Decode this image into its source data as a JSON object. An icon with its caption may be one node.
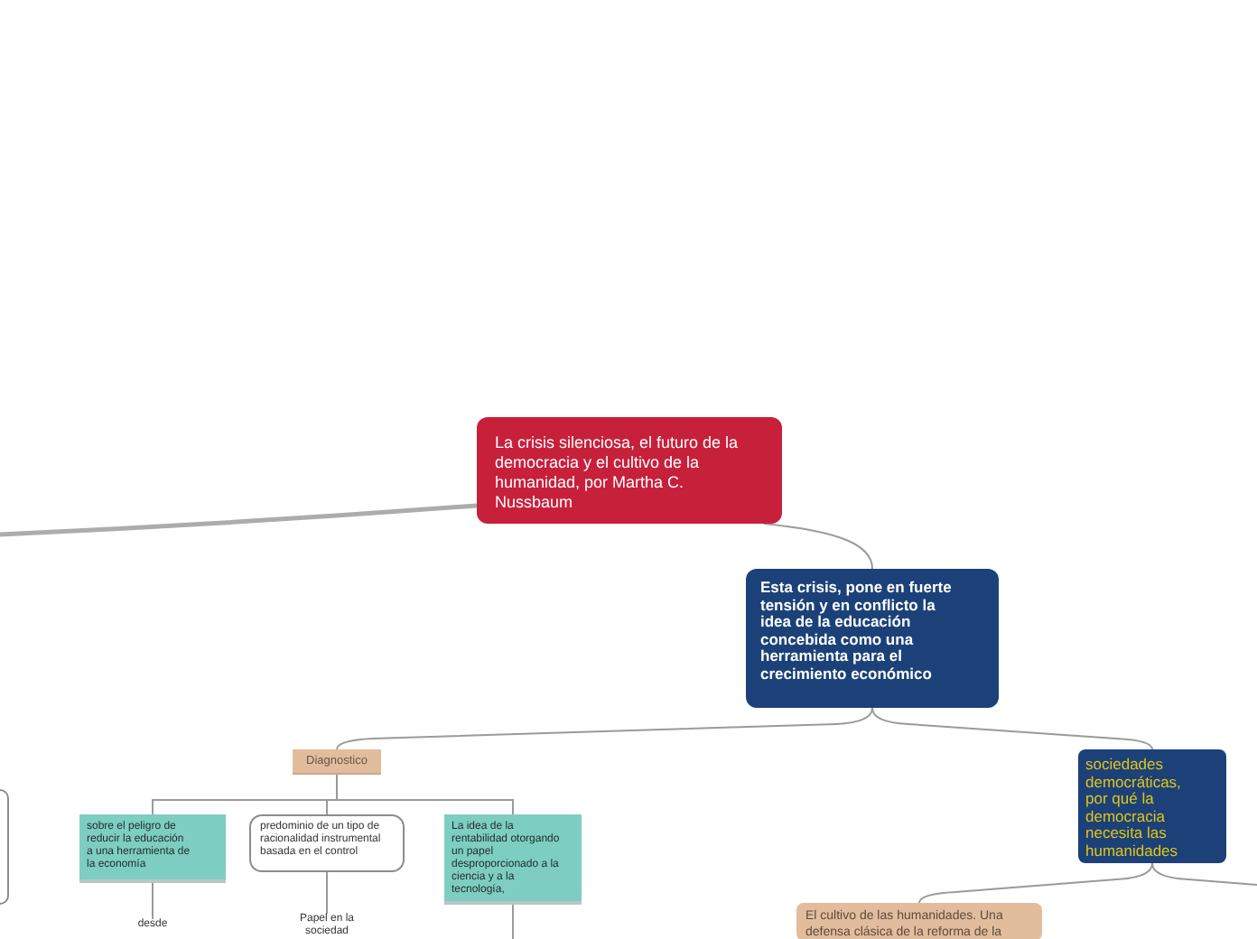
{
  "diagram": {
    "nodes": [
      {
        "text": [
          "La crisis silenciosa, el futuro de la democracia y el cultivo de la humanidad, por Martha C. Nussbaum"
        ]
      },
      {
        "text": [
          "Esta crisis, pone en fuerte tensión y en conflicto la idea de la educación concebida como una herramienta para el crecimiento económico"
        ]
      },
      {
        "text": [
          "Diagnostico"
        ]
      },
      {
        "text": [
          "sobre el peligro de reducir la educación a una herramienta de la economía"
        ]
      },
      {
        "text": [
          "predominio de un tipo de racionalidad instrumental basada en el control"
        ]
      },
      {
        "text": [
          "La idea de la rentabilidad otorgando un papel desproporcionado a la ciencia y a la tecnología,"
        ]
      },
      {
        "text": [
          "desde"
        ]
      },
      {
        "text": [
          "Papel en la sociedad"
        ]
      },
      {
        "text": [
          "sociedades democráticas, por qué la democracia necesita las humanidades"
        ]
      },
      {
        "text": [
          "El cultivo de las humanidades. Una defensa clásica de la reforma de la"
        ]
      },
      {
        "text": [],
        "shape": "box"
      }
    ],
    "edges": [
      {
        "from": 0,
        "to": null,
        "arrow": "none",
        "style": "thick"
      },
      {
        "from": 0,
        "to": 1,
        "arrow": "none"
      },
      {
        "from": 1,
        "to": 2,
        "arrow": "none"
      },
      {
        "from": 1,
        "to": 8,
        "arrow": "none"
      },
      {
        "from": 2,
        "to": 3,
        "arrow": "none"
      },
      {
        "from": 2,
        "to": 4,
        "arrow": "none"
      },
      {
        "from": 2,
        "to": 5,
        "arrow": "none"
      },
      {
        "from": 3,
        "to": 6,
        "arrow": "none"
      },
      {
        "from": 4,
        "to": 7,
        "arrow": "none"
      },
      {
        "from": 5,
        "to": null,
        "arrow": "none"
      },
      {
        "from": 8,
        "to": 9,
        "arrow": "none"
      },
      {
        "from": 8,
        "to": null,
        "arrow": "none"
      }
    ]
  }
}
